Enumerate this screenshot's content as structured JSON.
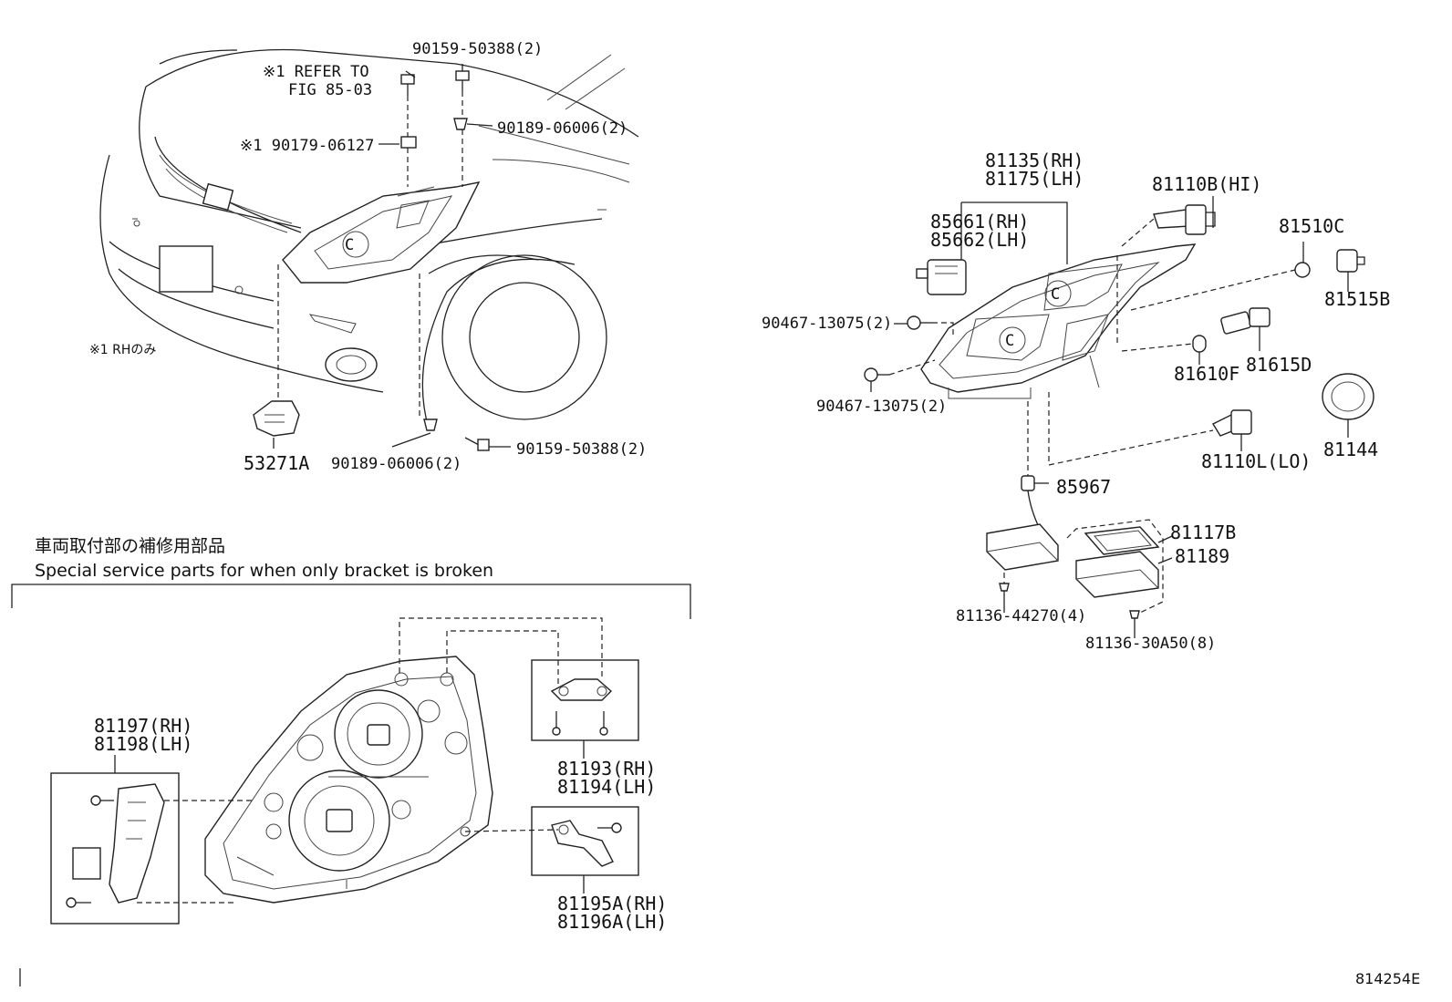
{
  "labels": {
    "refer_line1": "※1 REFER TO",
    "refer_line2": "FIG 85-03",
    "p90159_top": "90159-50388(2)",
    "p90189_top": "90189-06006(2)",
    "p90179": "※1 90179-06127",
    "rh_only": "※1 RHのみ",
    "p53271A": "53271A",
    "p90189_bottom": "90189-06006(2)",
    "p90159_bottom": "90159-50388(2)",
    "p81135": "81135(RH)",
    "p81175": "81175(LH)",
    "p85661": "85661(RH)",
    "p85662": "85662(LH)",
    "p81110B": "81110B(HI)",
    "p81510C": "81510C",
    "p81515B": "81515B",
    "p90467_a": "90467-13075(2)",
    "p90467_b": "90467-13075(2)",
    "p81610F": "81610F",
    "p81615D": "81615D",
    "p81144": "81144",
    "p81110L": "81110L(LO)",
    "p85967": "85967",
    "p81117B": "81117B",
    "p81189": "81189",
    "p81136_44270": "81136-44270(4)",
    "p81136_30A50": "81136-30A50(8)",
    "section_jp": "車両取付部の補修用部品",
    "section_en": "Special service parts for when only bracket is broken",
    "p81197": "81197(RH)",
    "p81198": "81198(LH)",
    "p81193": "81193(RH)",
    "p81194": "81194(LH)",
    "p81195A": "81195A(RH)",
    "p81196A": "81196A(LH)",
    "figure_id": "814254E"
  },
  "icons": [
    "bolt-icon",
    "clip-icon",
    "headlamp-icon",
    "bulb-icon",
    "socket-icon",
    "actuator-icon",
    "ballast-icon",
    "bracket-icon"
  ],
  "colors": {
    "line": "#222222",
    "background": "#ffffff"
  }
}
